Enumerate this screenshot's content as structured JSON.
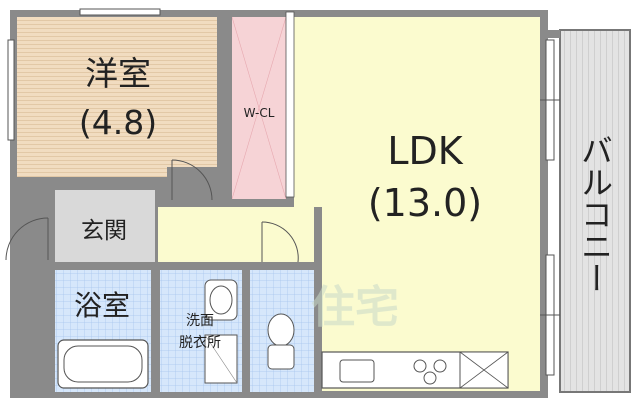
{
  "rooms": {
    "western": {
      "name": "洋室",
      "size": "(4.8)"
    },
    "closet": {
      "name": "W-CL"
    },
    "ldk": {
      "name": "LDK",
      "size": "(13.0)"
    },
    "entrance": {
      "name": "玄関"
    },
    "bath": {
      "name": "浴室"
    },
    "washroom": {
      "line1": "洗面",
      "line2": "脱衣所"
    },
    "balcony": {
      "name": "バルコニー"
    }
  },
  "watermark": "住宅",
  "colors": {
    "wall": "#8a8a8a",
    "western_floor": "#f1dcc0",
    "closet_floor": "#f6d3d6",
    "ldk_floor": "#fbfbcf",
    "tile_floor": "#d6e7fb",
    "entrance_floor": "#d9d9d9",
    "balcony_floor": "#e3e3e3"
  }
}
